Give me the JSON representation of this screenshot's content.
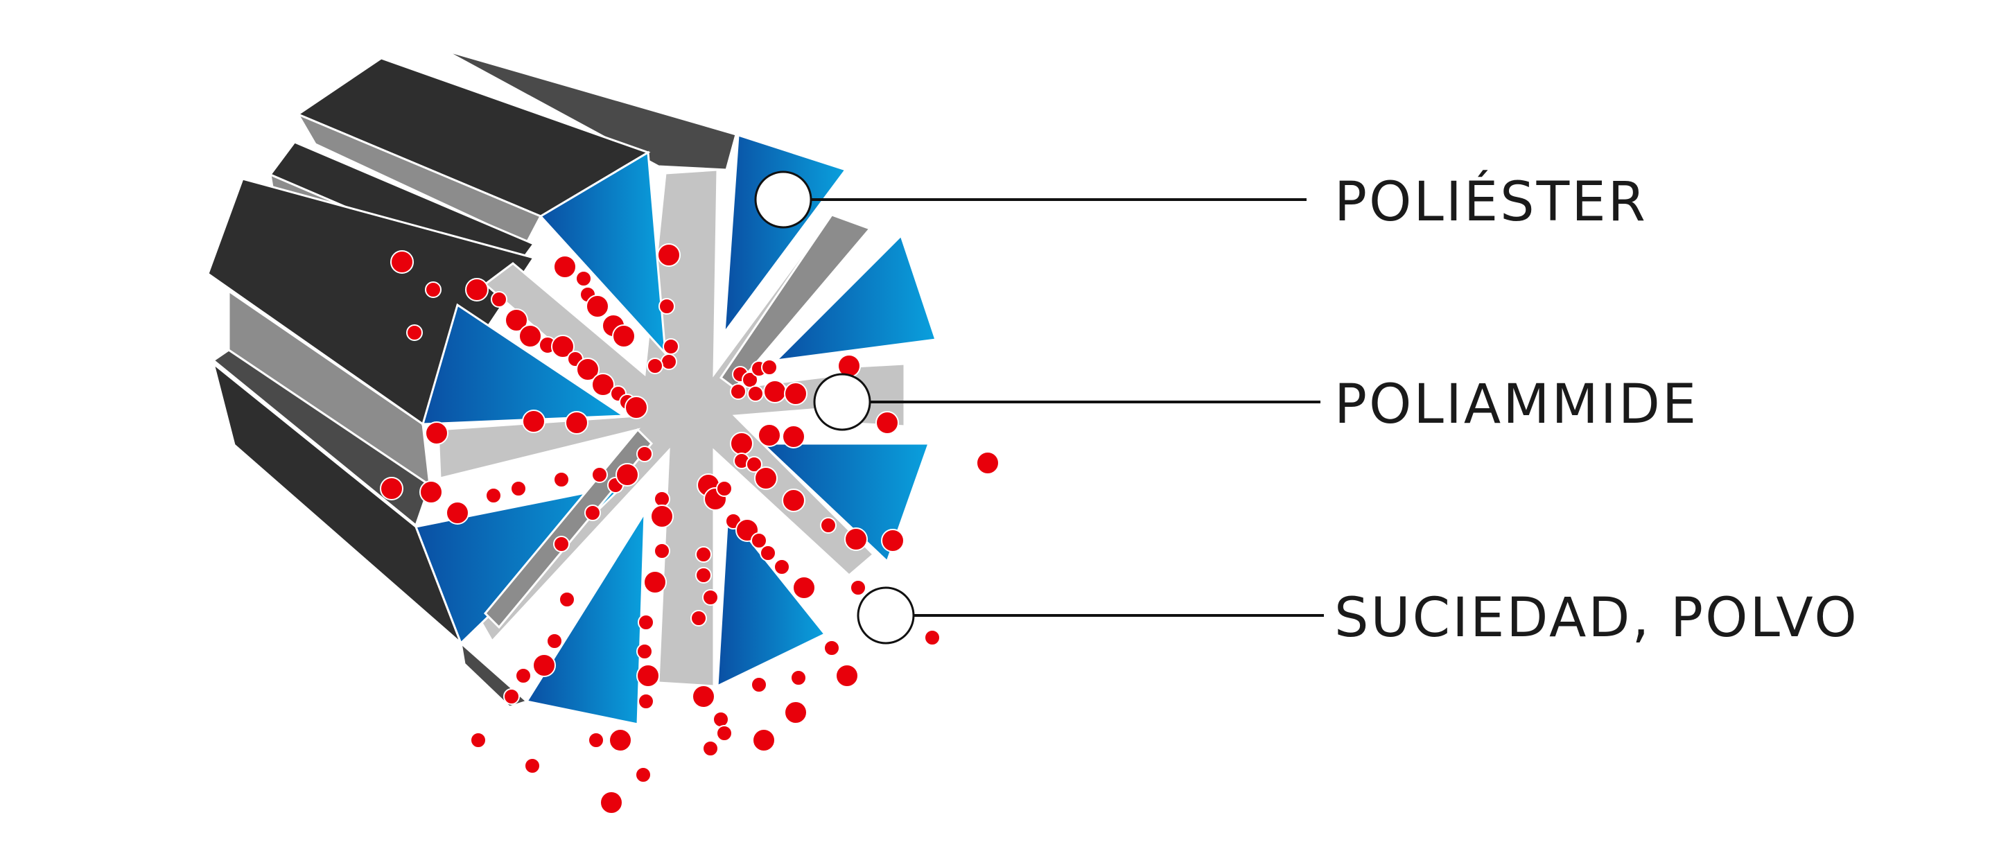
{
  "diagram": {
    "labels": [
      {
        "id": "polyester",
        "text": "POLIÉSTER"
      },
      {
        "id": "polyamide",
        "text": "POLIAMMIDE"
      },
      {
        "id": "dirt",
        "text": "SUCIEDAD, POLVO"
      }
    ],
    "colors": {
      "dark_face": "#2e2e2e",
      "mid_face": "#4a4a4a",
      "light_face": "#8c8c8c",
      "core": "#c4c4c4",
      "blue_dark": "#0a4fa3",
      "blue_light": "#0aa0dd",
      "particle": "#e8000b",
      "leader": "#111111"
    }
  }
}
